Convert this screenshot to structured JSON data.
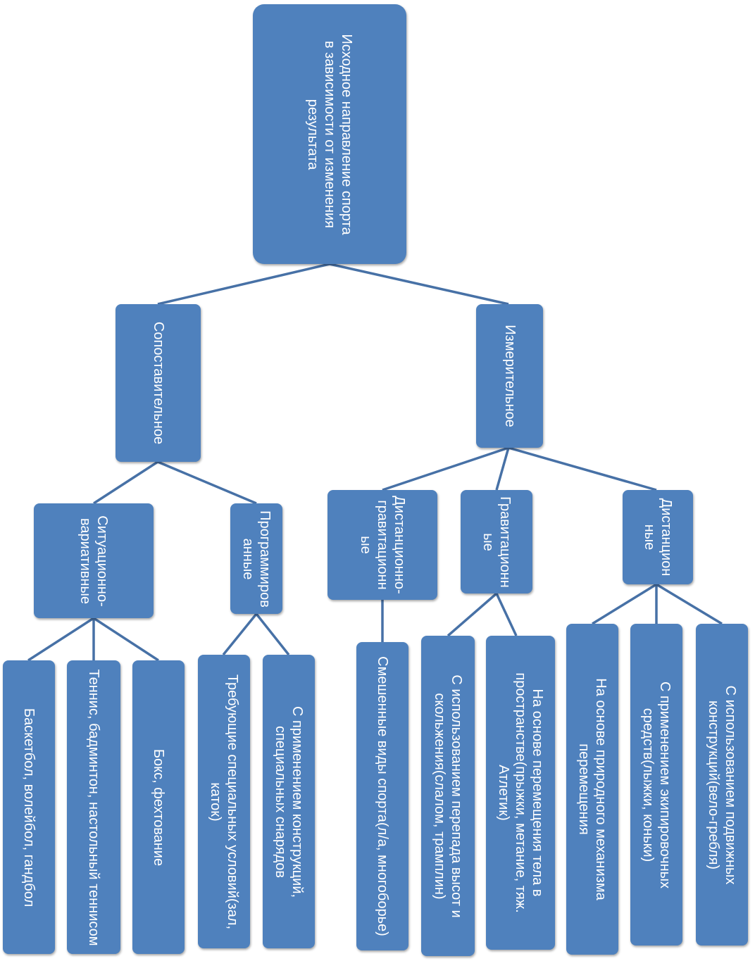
{
  "diagram": {
    "root": "Исходное направление спорта в зависимости от изменения результата",
    "comparative": {
      "label": "Сопоставительное",
      "situational": {
        "label": "Ситуационно-вариативные",
        "leaves": [
          "Баскетбол, волейбол, гандбол",
          "Теннис, бадминтон, настольный теннисом",
          "Бокс, фехтование"
        ]
      },
      "programmed": {
        "label": "Программированные",
        "leaves": [
          "Требующие специальных условий(зал, каток)",
          "С применением конструкций, специальных снарядов"
        ]
      }
    },
    "measuring": {
      "label": "Измерительное",
      "distance_gravity": {
        "label": "Дистанционно-гравитационные",
        "leaves": [
          "Смешенные виды спорта(л/а, многоборье)"
        ]
      },
      "gravity": {
        "label": "Гравитационные",
        "leaves": [
          "С использованием перепада высот и скольжения(слалом, трамплин)",
          "На основе перемещения тела в пространстве(прыжки, метание, тяж. Атлетик)"
        ]
      },
      "distance": {
        "label": "Дистанционные",
        "leaves": [
          "На основе природного механизма перемещения",
          "С применением экипировочных средств(лыжки, коньки)",
          "С использованием подвижных конструкций(вело-гребля)"
        ]
      }
    }
  },
  "colors": {
    "node_fill": "#4f81bd",
    "connector": "#4771a6",
    "text": "#ffffff"
  }
}
